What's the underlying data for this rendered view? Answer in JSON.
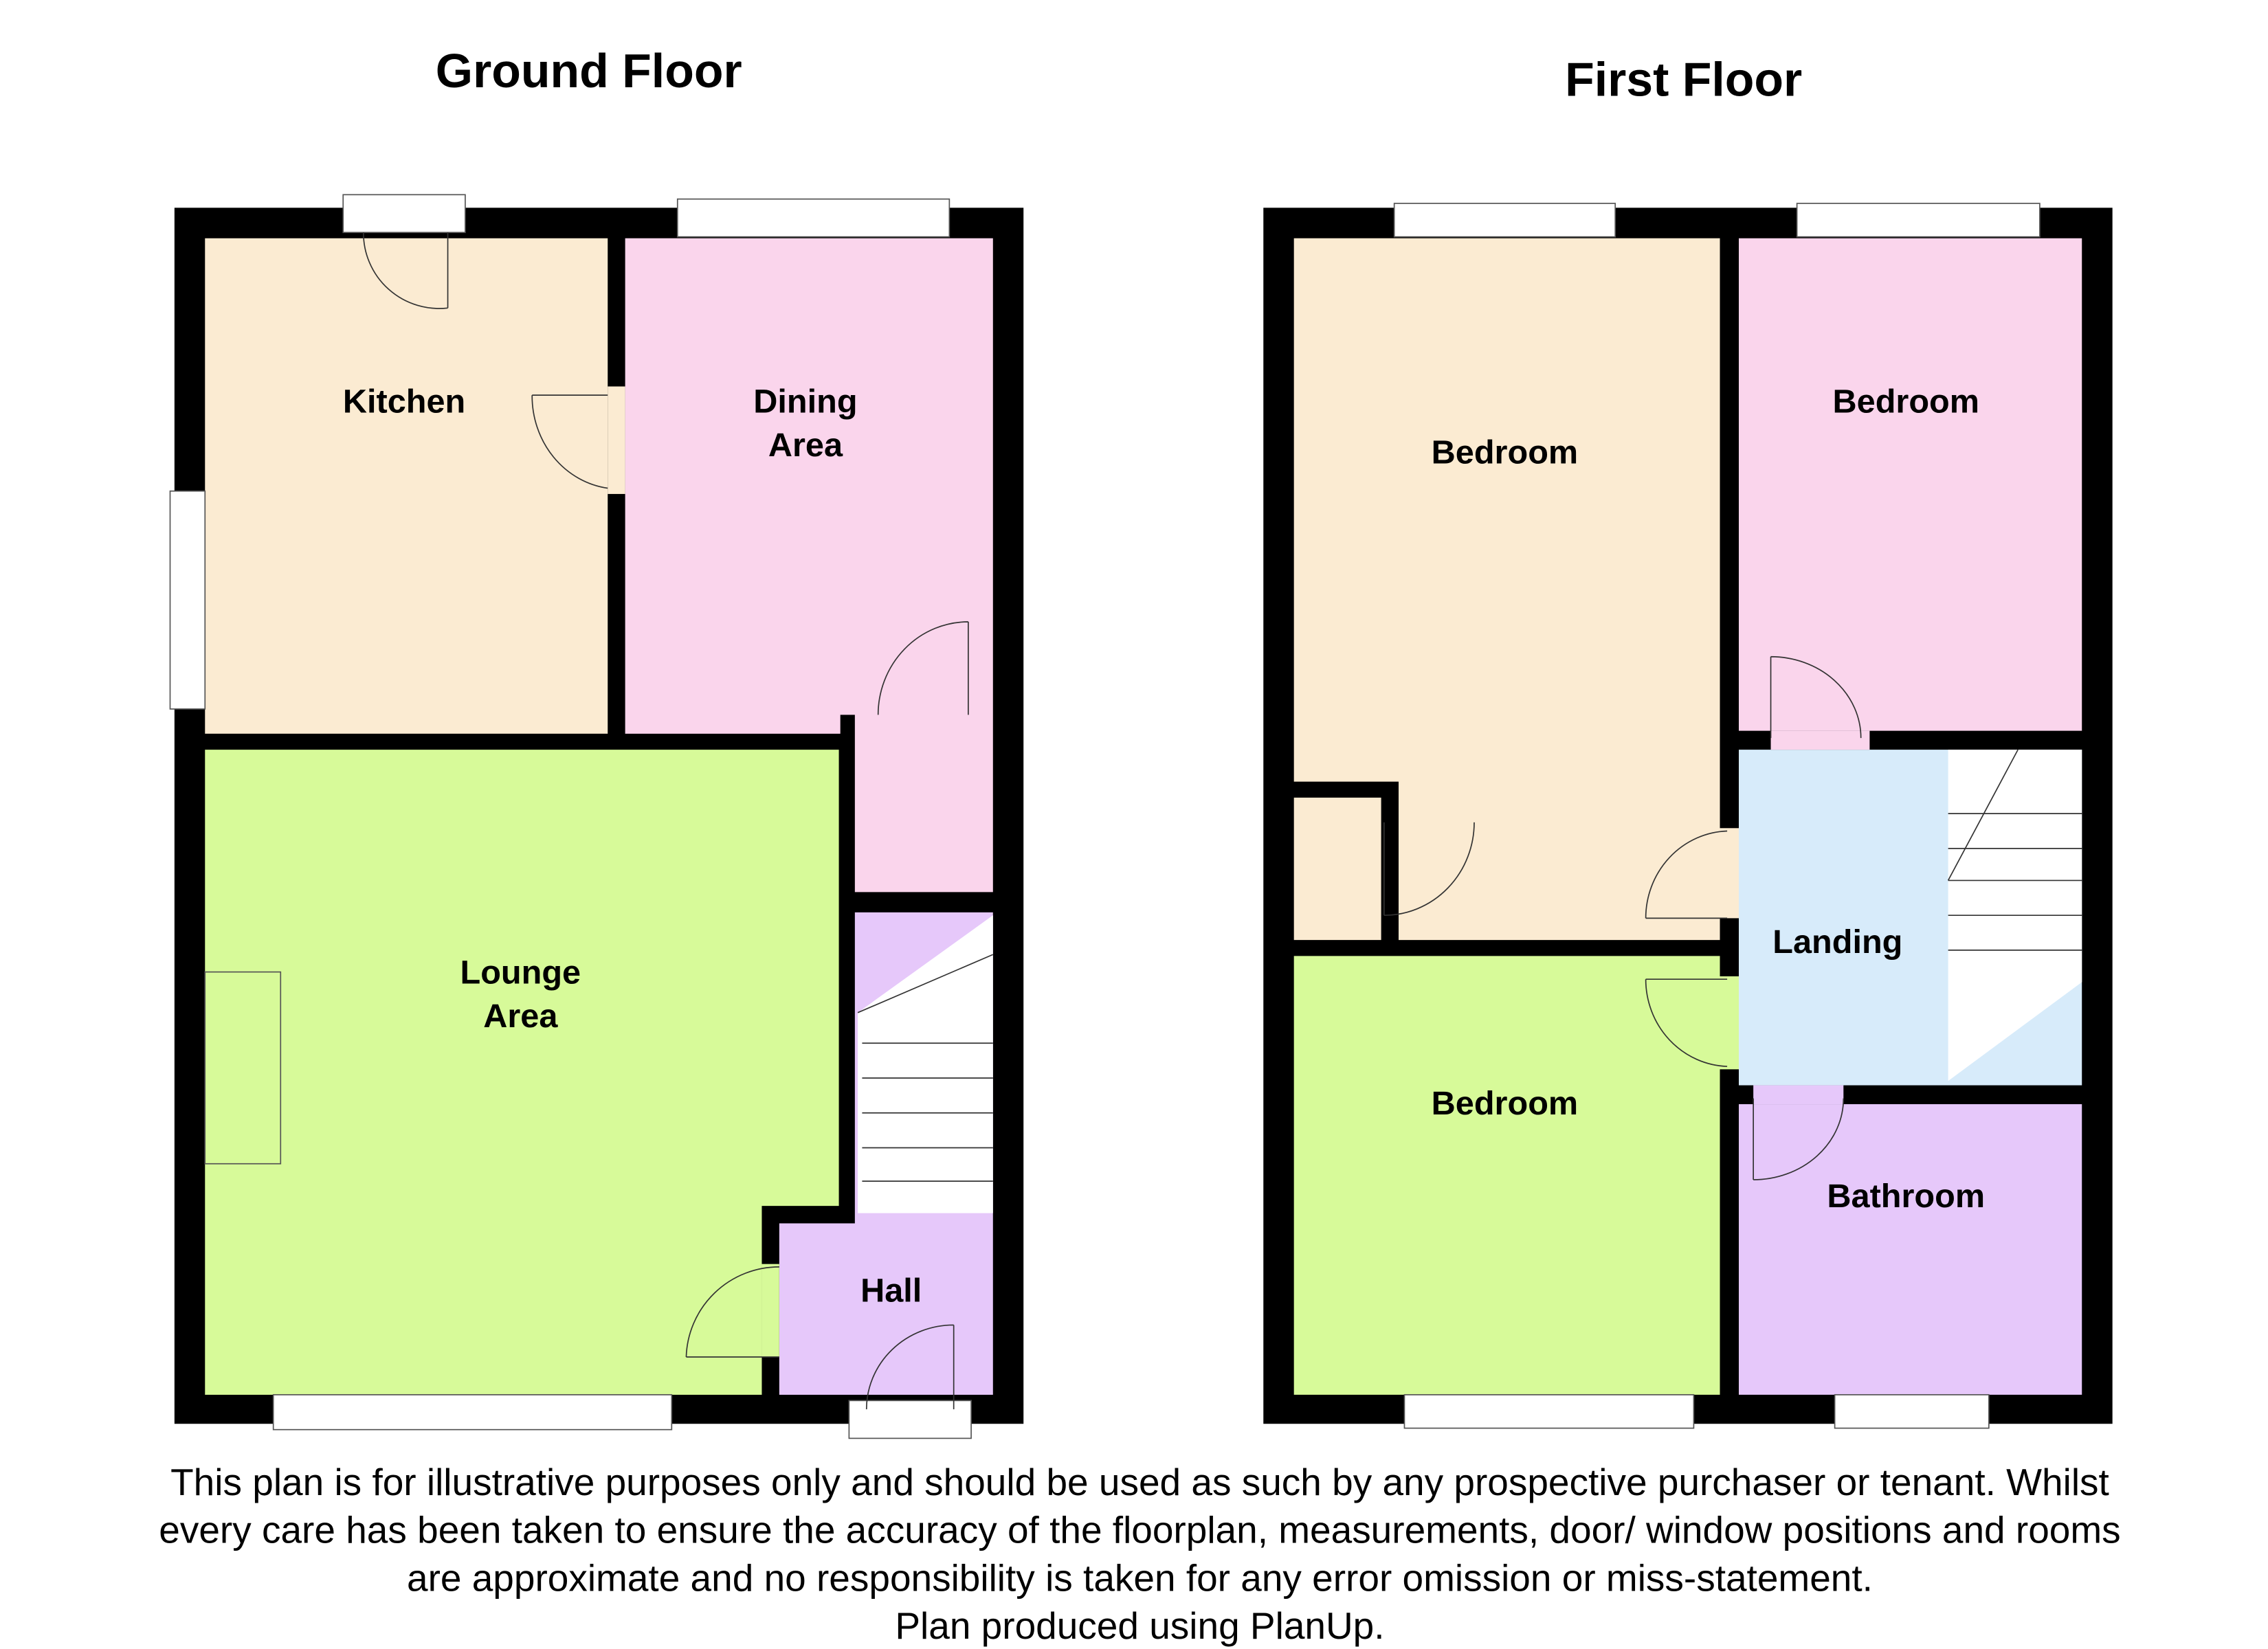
{
  "ground_floor": {
    "title": "Ground Floor",
    "rooms": [
      {
        "name": "Kitchen",
        "color": "#FBEBD2"
      },
      {
        "name": "Dining",
        "name2": "Area",
        "color": "#FAD5EC"
      },
      {
        "name": "Lounge",
        "name2": "Area",
        "color": "#D7FA99"
      },
      {
        "name": "Hall",
        "color": "#E6C8FA"
      }
    ]
  },
  "first_floor": {
    "title": "First Floor",
    "rooms": [
      {
        "name": "Bedroom",
        "color": "#FBEBD2"
      },
      {
        "name": "Bedroom",
        "color": "#FAD5EC"
      },
      {
        "name": "Landing",
        "color": "#D7EBFA"
      },
      {
        "name": "Bedroom",
        "color": "#D7FA99"
      },
      {
        "name": "Bathroom",
        "color": "#E6C8FA"
      }
    ]
  },
  "disclaimer": [
    "This plan is for illustrative purposes only and should be used as such by any prospective purchaser or tenant. Whilst",
    "every care has been taken to ensure the accuracy of the floorplan, measurements, door/ window positions and rooms",
    "are approximate and no responsibility is taken for any error omission or miss-statement.",
    "Plan produced using PlanUp."
  ]
}
